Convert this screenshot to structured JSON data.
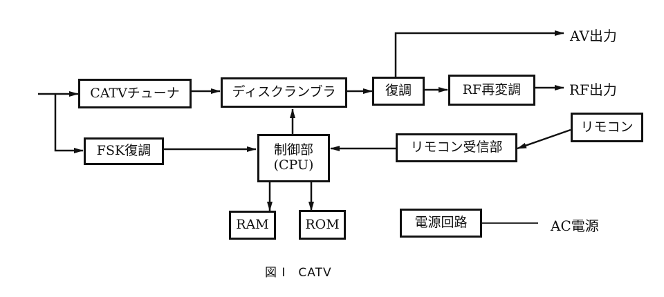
{
  "diagram": {
    "blocks": {
      "catv_tuner": "CATVチューナ",
      "fsk_demod": "FSK復調",
      "descrambler": "ディスクランブラ",
      "demod": "復調",
      "rf_remod": "RF再変調",
      "cpu_line1": "制御部",
      "cpu_line2": "(CPU)",
      "remote_receiver": "リモコン受信部",
      "remote": "リモコン",
      "ram": "RAM",
      "rom": "ROM",
      "power_circuit": "電源回路"
    },
    "outputs": {
      "av_out": "AV出力",
      "rf_out": "RF出力",
      "ac_power": "AC電源"
    },
    "caption": "図 I　CATV",
    "edges": [
      {
        "from": "input",
        "to": "catv_tuner"
      },
      {
        "from": "input",
        "to": "fsk_demod"
      },
      {
        "from": "catv_tuner",
        "to": "descrambler"
      },
      {
        "from": "descrambler",
        "to": "demod"
      },
      {
        "from": "demod",
        "to": "av_out"
      },
      {
        "from": "demod",
        "to": "rf_remod"
      },
      {
        "from": "rf_remod",
        "to": "rf_out"
      },
      {
        "from": "fsk_demod",
        "to": "cpu"
      },
      {
        "from": "cpu",
        "to": "descrambler"
      },
      {
        "from": "remote_receiver",
        "to": "cpu"
      },
      {
        "from": "remote",
        "to": "remote_receiver"
      },
      {
        "from": "cpu",
        "to": "ram"
      },
      {
        "from": "cpu",
        "to": "rom"
      },
      {
        "from": "ac_power",
        "to": "power_circuit",
        "arrow": false
      }
    ]
  }
}
